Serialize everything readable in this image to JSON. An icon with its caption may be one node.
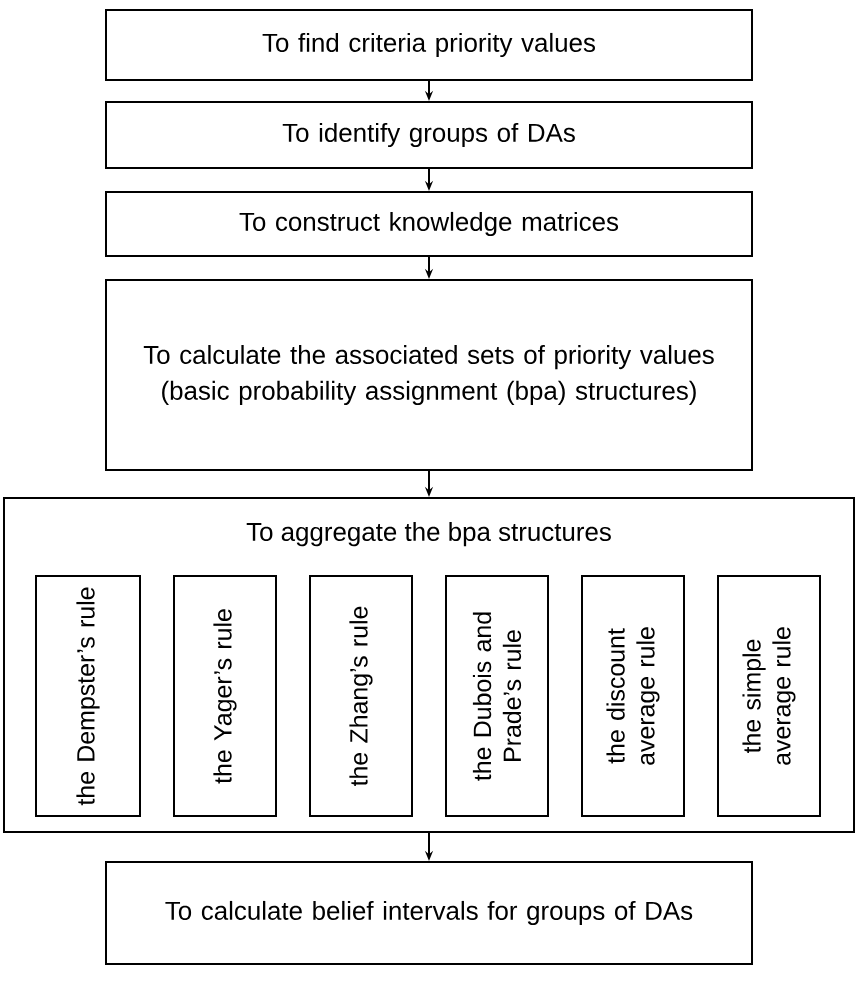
{
  "diagram": {
    "nodes": [
      {
        "text": [
          "To find criteria priority values"
        ]
      },
      {
        "text": [
          "To identify groups of DAs"
        ]
      },
      {
        "text": [
          "To construct knowledge matrices"
        ]
      },
      {
        "text": [
          "To calculate the associated sets of priority values (basic probability assignment (bpa) structures)"
        ]
      },
      {
        "text": [
          "To aggregate the bpa structures"
        ]
      },
      {
        "text": [
          "the Dempster’s rule"
        ],
        "in": 4
      },
      {
        "text": [
          "the Yager’s rule"
        ],
        "in": 4
      },
      {
        "text": [
          "the Zhang’s rule"
        ],
        "in": 4
      },
      {
        "text": [
          "the Dubois and Prade’s rule"
        ],
        "in": 4
      },
      {
        "text": [
          "the discount average rule"
        ],
        "in": 4
      },
      {
        "text": [
          "the simple average rule"
        ],
        "in": 4
      },
      {
        "text": [
          "To calculate belief intervals for groups of DAs"
        ]
      }
    ],
    "edges": [
      {
        "from": 0,
        "to": 1,
        "arrow": "to"
      },
      {
        "from": 1,
        "to": 2,
        "arrow": "to"
      },
      {
        "from": 2,
        "to": 3,
        "arrow": "to"
      },
      {
        "from": 3,
        "to": 4,
        "arrow": "to"
      },
      {
        "from": 4,
        "to": 11,
        "arrow": "to"
      }
    ]
  }
}
